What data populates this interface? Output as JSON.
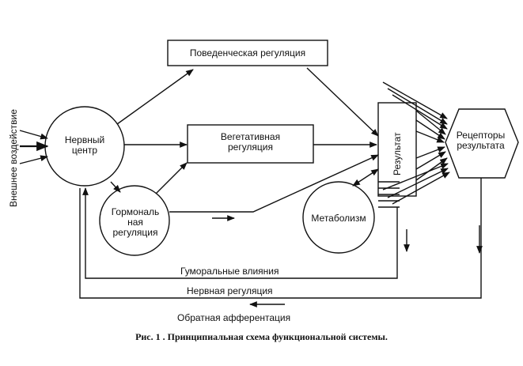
{
  "diagram": {
    "external_influence": "Внешнее воздействие",
    "nervous_center": {
      "line1": "Нервный",
      "line2": "центр"
    },
    "behavioral_regulation": "Поведенческая регуляция",
    "vegetative_regulation": {
      "line1": "Вегетативная",
      "line2": "регуляция"
    },
    "hormonal_regulation": {
      "line1": "Гормональ",
      "line2": "ная",
      "line3": "регуляция"
    },
    "metabolism": "Метаболизм",
    "result": "Результат",
    "result_receptors": {
      "line1": "Рецепторы",
      "line2": "результата"
    },
    "humoral_influences": "Гуморальные влияния",
    "nervous_regulation": "Нервная регуляция",
    "reverse_afferentation": "Обратная афферентация"
  },
  "caption": "Рис. 1 . Принципиальная схема функциональной системы."
}
